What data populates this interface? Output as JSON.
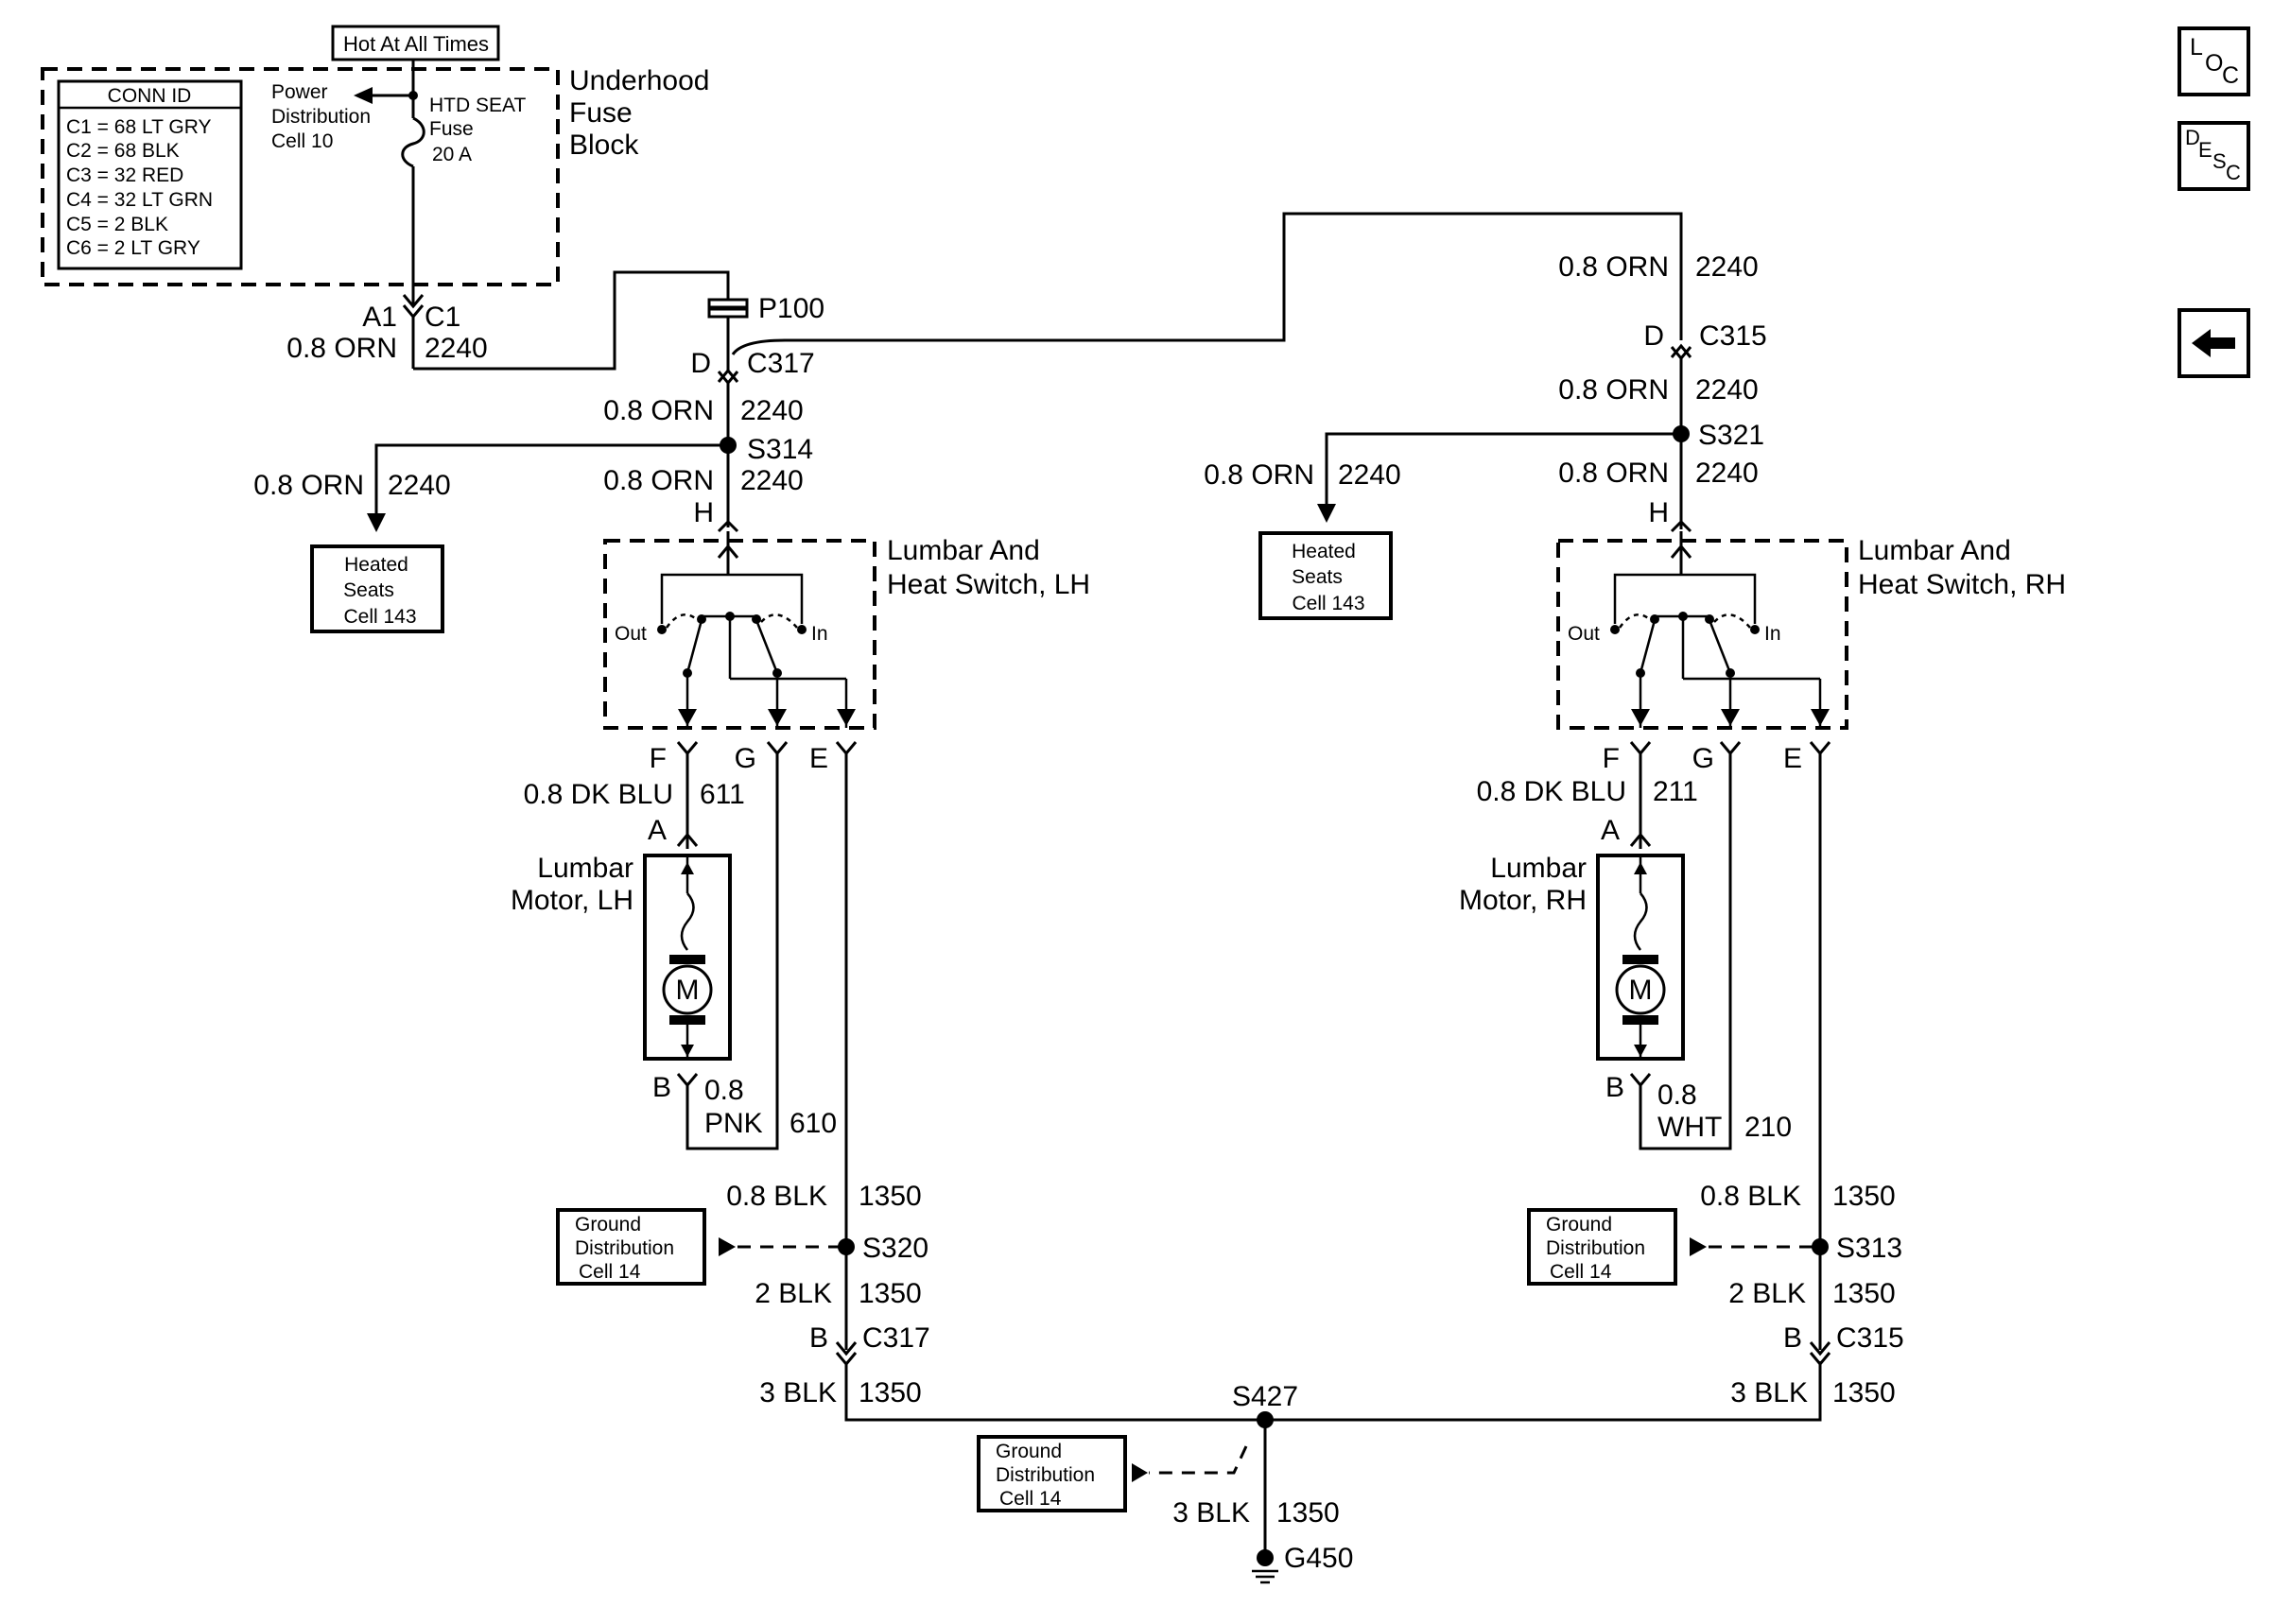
{
  "hot_label": "Hot At All Times",
  "fuse_block": {
    "title_lines": [
      "Underhood",
      "Fuse",
      "Block"
    ],
    "conn_id_title": "CONN ID",
    "conn_ids": [
      "C1 = 68 LT GRY",
      "C2 = 68 BLK",
      "C3 = 32 RED",
      "C4 = 32 LT GRN",
      "C5 = 2 BLK",
      "C6 = 2 LT GRY"
    ],
    "power_dist_lines": [
      "Power",
      "Distribution",
      "Cell 10"
    ],
    "fuse_lines": [
      "HTD SEAT",
      "Fuse",
      "20 A"
    ]
  },
  "nav": {
    "loc": [
      "L",
      "O",
      "C"
    ],
    "desc": [
      "D",
      "E",
      "S",
      "C"
    ],
    "back_icon": "left-arrow-icon"
  },
  "labels": {
    "a1": "A1",
    "c1": "C1",
    "w_orn_1": "0.8 ORN",
    "n_2240_1": "2240",
    "p100": "P100",
    "c317_d": "D",
    "c317": "C317",
    "w_orn_2": "0.8 ORN",
    "n_2240_2": "2240",
    "s314": "S314",
    "w_orn_3": "0.8 ORN",
    "n_2240_3": "2240",
    "w_orn_4": "0.8 ORN",
    "n_2240_4": "2240",
    "h_lh": "H",
    "heated_lh": [
      "Heated",
      "Seats",
      "Cell 143"
    ],
    "switch_lh": [
      "Lumbar And",
      "Heat Switch, LH"
    ],
    "out_lh": "Out",
    "in_lh": "In",
    "f_lh": "F",
    "g_lh": "G",
    "e_lh": "E",
    "w_dkblu_lh": "0.8 DK BLU",
    "n_611": "611",
    "a_lh": "A",
    "motor_lh": [
      "Lumbar",
      "Motor, LH"
    ],
    "m_lh": "M",
    "b_lh": "B",
    "w_08_lh": "0.8",
    "w_pnk": "PNK",
    "n_610": "610",
    "w_blk_lh": "0.8 BLK",
    "n_1350_lh1": "1350",
    "gnd_lh": [
      "Ground",
      "Distribution",
      "Cell 14"
    ],
    "s320": "S320",
    "w_2blk_lh": "2 BLK",
    "n_1350_lh2": "1350",
    "c317_b": "B",
    "c317_2": "C317",
    "w_3blk_lh": "3 BLK",
    "n_1350_lh3": "1350",
    "s427": "S427",
    "gnd_mid": [
      "Ground",
      "Distribution",
      "Cell 14"
    ],
    "w_3blk_mid": "3 BLK",
    "n_1350_mid": "1350",
    "g450": "G450",
    "w_orn_r1": "0.8 ORN",
    "n_2240_r1": "2240",
    "c315_d": "D",
    "c315": "C315",
    "w_orn_r2": "0.8 ORN",
    "n_2240_r2": "2240",
    "s321": "S321",
    "w_orn_r3": "0.8 ORN",
    "n_2240_r3": "2240",
    "w_orn_r4": "0.8 ORN",
    "n_2240_r4": "2240",
    "h_rh": "H",
    "heated_rh": [
      "Heated",
      "Seats",
      "Cell 143"
    ],
    "switch_rh": [
      "Lumbar And",
      "Heat Switch, RH"
    ],
    "out_rh": "Out",
    "in_rh": "In",
    "f_rh": "F",
    "g_rh": "G",
    "e_rh": "E",
    "w_dkblu_rh": "0.8 DK BLU",
    "n_211": "211",
    "a_rh": "A",
    "motor_rh": [
      "Lumbar",
      "Motor, RH"
    ],
    "m_rh": "M",
    "b_rh": "B",
    "w_08_rh": "0.8",
    "w_wht": "WHT",
    "n_210": "210",
    "w_blk_rh": "0.8 BLK",
    "n_1350_rh1": "1350",
    "gnd_rh": [
      "Ground",
      "Distribution",
      "Cell 14"
    ],
    "s313": "S313",
    "w_2blk_rh": "2 BLK",
    "n_1350_rh2": "1350",
    "c315_b": "B",
    "c315_2": "C315",
    "w_3blk_rh": "3 BLK",
    "n_1350_rh3": "1350"
  }
}
